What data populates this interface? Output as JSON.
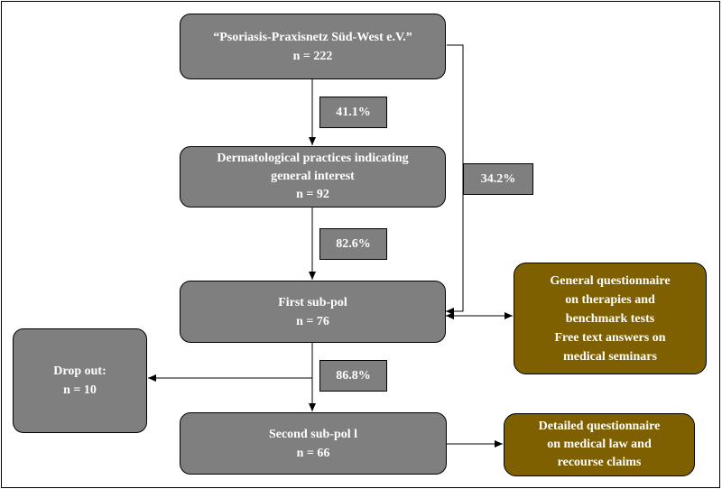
{
  "boxes": {
    "source": {
      "title": "“Psoriasis-Praxisnetz Süd-West e.V.”",
      "n": "n = 222"
    },
    "interest": {
      "line1": "Dermatological practices indicating",
      "line2": "general interest",
      "n": "n = 92"
    },
    "first": {
      "title": "First sub-pol",
      "n": "n = 76"
    },
    "second": {
      "title": "Second sub-pol l",
      "n": "n = 66"
    },
    "dropout": {
      "title": "Drop out:",
      "n": "n = 10"
    },
    "general_q": {
      "lines": [
        "General questionnaire",
        "on therapies and",
        "benchmark tests",
        "Free text answers on",
        "medical seminars"
      ]
    },
    "detailed_q": {
      "lines": [
        "Detailed questionnaire",
        "on medical law and",
        "recourse claims"
      ]
    }
  },
  "percentages": {
    "p1": "41.1%",
    "p2": "82.6%",
    "p3": "86.8%",
    "direct": "34.2%"
  },
  "colors": {
    "node_fill": "#7f7f7f",
    "output_fill": "#7f6000",
    "line": "#000000",
    "text": "#ffffff"
  }
}
